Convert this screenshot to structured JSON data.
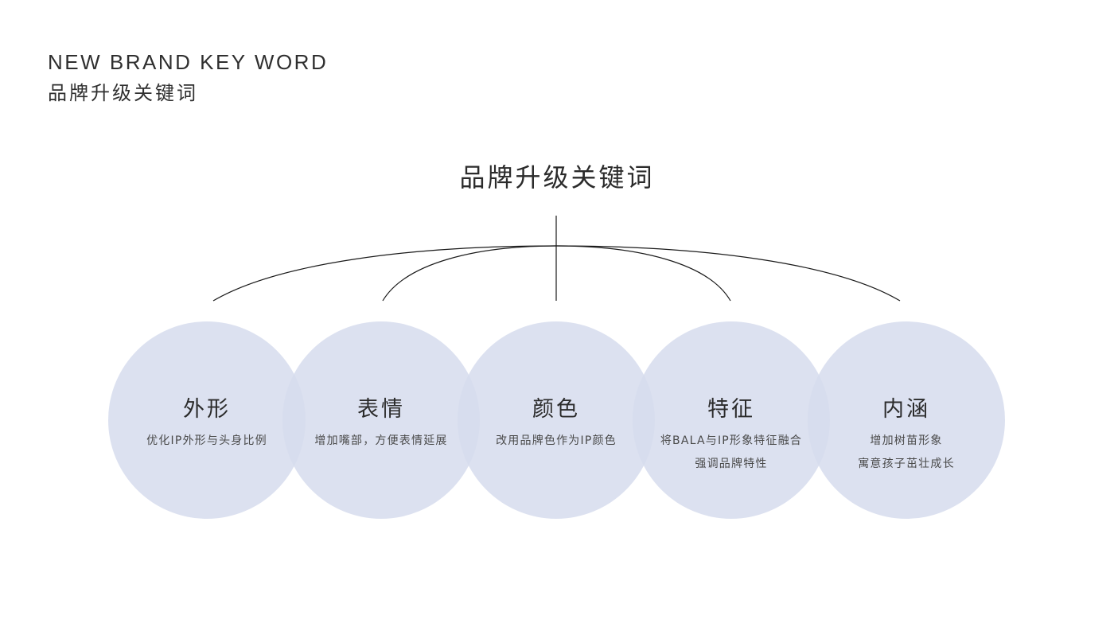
{
  "header": {
    "title_en": "NEW BRAND KEY WORD",
    "title_cn": "品牌升级关键词"
  },
  "diagram": {
    "root_label": "品牌升级关键词",
    "circle_color": "#DCE1F0",
    "line_color": "#1a1a1a",
    "nodes": [
      {
        "title": "外形",
        "lines": [
          "优化IP外形与头身比例"
        ]
      },
      {
        "title": "表情",
        "lines": [
          "增加嘴部，方便表情延展"
        ]
      },
      {
        "title": "颜色",
        "lines": [
          "改用品牌色作为IP颜色"
        ]
      },
      {
        "title": "特征",
        "lines": [
          "将BALA与IP形象特征融合",
          "强调品牌特性"
        ]
      },
      {
        "title": "内涵",
        "lines": [
          "增加树苗形象",
          "寓意孩子茁壮成长"
        ]
      }
    ]
  }
}
